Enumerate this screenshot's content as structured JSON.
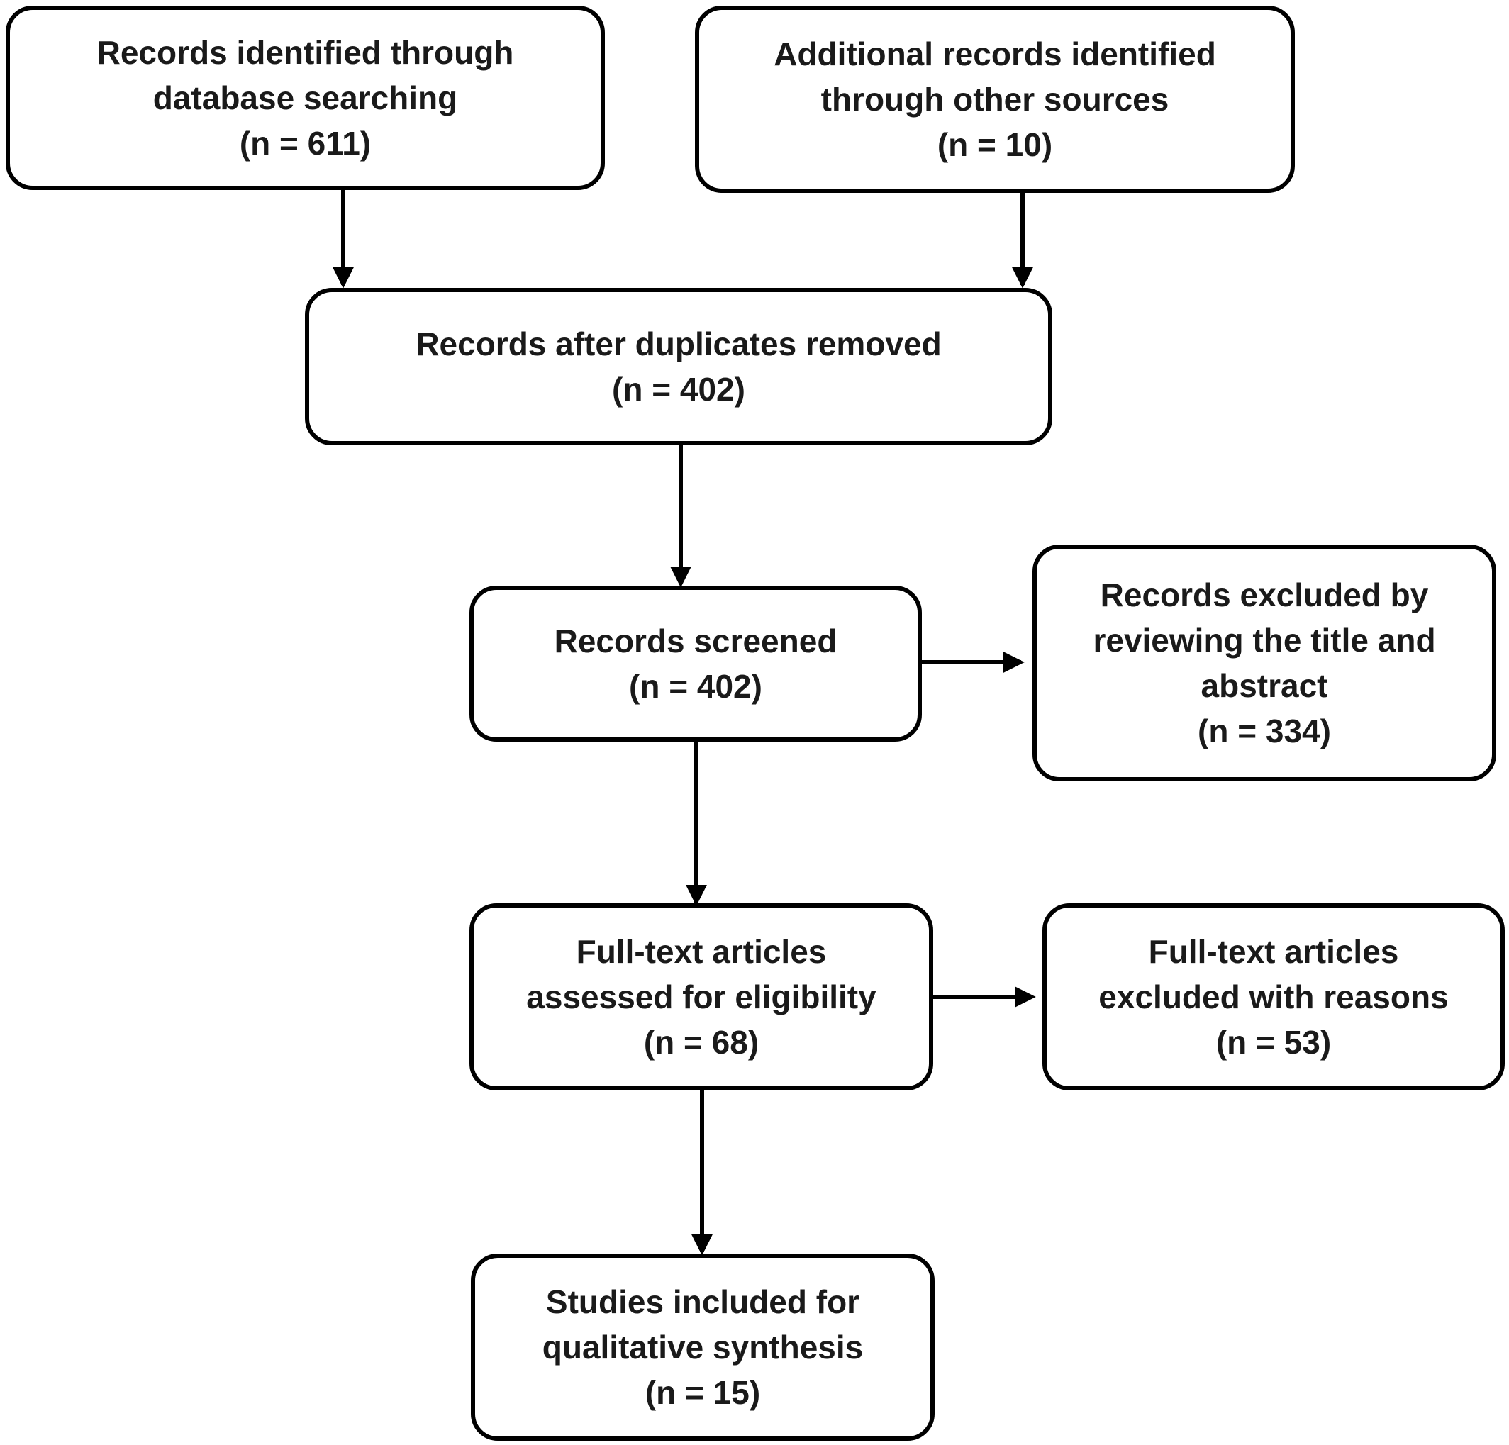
{
  "diagram": {
    "nodes": {
      "database_records": {
        "lines": [
          "Records identified through",
          "database searching",
          "(n = 611)"
        ]
      },
      "other_sources": {
        "lines": [
          "Additional records identified",
          "through other sources",
          "(n = 10)"
        ]
      },
      "after_duplicates": {
        "lines": [
          "Records after duplicates removed",
          "(n = 402)"
        ]
      },
      "screened": {
        "lines": [
          "Records screened",
          "(n = 402)"
        ]
      },
      "excluded_title_abstract": {
        "lines": [
          "Records excluded by",
          "reviewing the title and",
          "abstract",
          "(n = 334)"
        ]
      },
      "full_text_assessed": {
        "lines": [
          "Full-text articles",
          "assessed for eligibility",
          "(n = 68)"
        ]
      },
      "full_text_excluded": {
        "lines": [
          "Full-text articles",
          "excluded with reasons",
          "(n = 53)"
        ]
      },
      "included": {
        "lines": [
          "Studies included for",
          "qualitative synthesis",
          "(n = 15)"
        ]
      }
    },
    "edges": [
      {
        "from": "database_records",
        "to": "after_duplicates"
      },
      {
        "from": "other_sources",
        "to": "after_duplicates"
      },
      {
        "from": "after_duplicates",
        "to": "screened"
      },
      {
        "from": "screened",
        "to": "excluded_title_abstract"
      },
      {
        "from": "screened",
        "to": "full_text_assessed"
      },
      {
        "from": "full_text_assessed",
        "to": "full_text_excluded"
      },
      {
        "from": "full_text_assessed",
        "to": "included"
      }
    ],
    "colors": {
      "stroke": "#000000",
      "text": "#1a1a1a",
      "background": "#ffffff"
    }
  }
}
